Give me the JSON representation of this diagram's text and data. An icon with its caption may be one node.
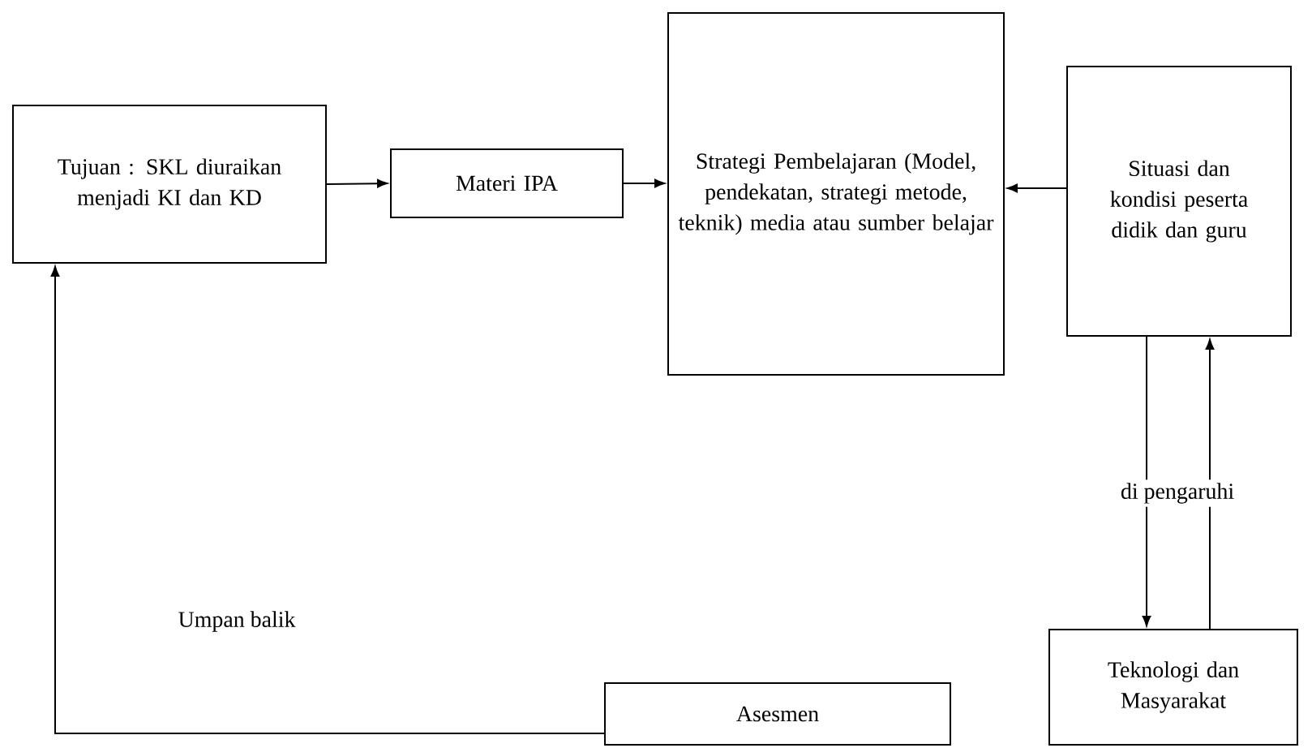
{
  "diagram": {
    "nodes": [
      {
        "text": [
          "Tujuan : SKL diuraikan menjadi KI dan KD"
        ]
      },
      {
        "text": [
          "Materi IPA"
        ]
      },
      {
        "text": [
          "Strategi Pembelajaran (Model, pendekatan, strategi metode, teknik) media atau sumber belajar"
        ]
      },
      {
        "text": [
          "Situasi dan kondisi peserta didik dan guru"
        ]
      },
      {
        "text": [
          "Teknologi dan Masyarakat"
        ]
      },
      {
        "text": [
          "Asesmen"
        ]
      }
    ],
    "edges": [
      {
        "from": 0,
        "to": 1,
        "arrow": "to"
      },
      {
        "from": 1,
        "to": 2,
        "arrow": "to"
      },
      {
        "from": 3,
        "to": 2,
        "arrow": "to"
      },
      {
        "from": 3,
        "to": 4,
        "arrow": "to",
        "label": "di pengaruhi"
      },
      {
        "from": 4,
        "to": 3,
        "arrow": "to"
      },
      {
        "from": 5,
        "to": 0,
        "arrow": "to",
        "label": "Umpan balik"
      }
    ]
  }
}
